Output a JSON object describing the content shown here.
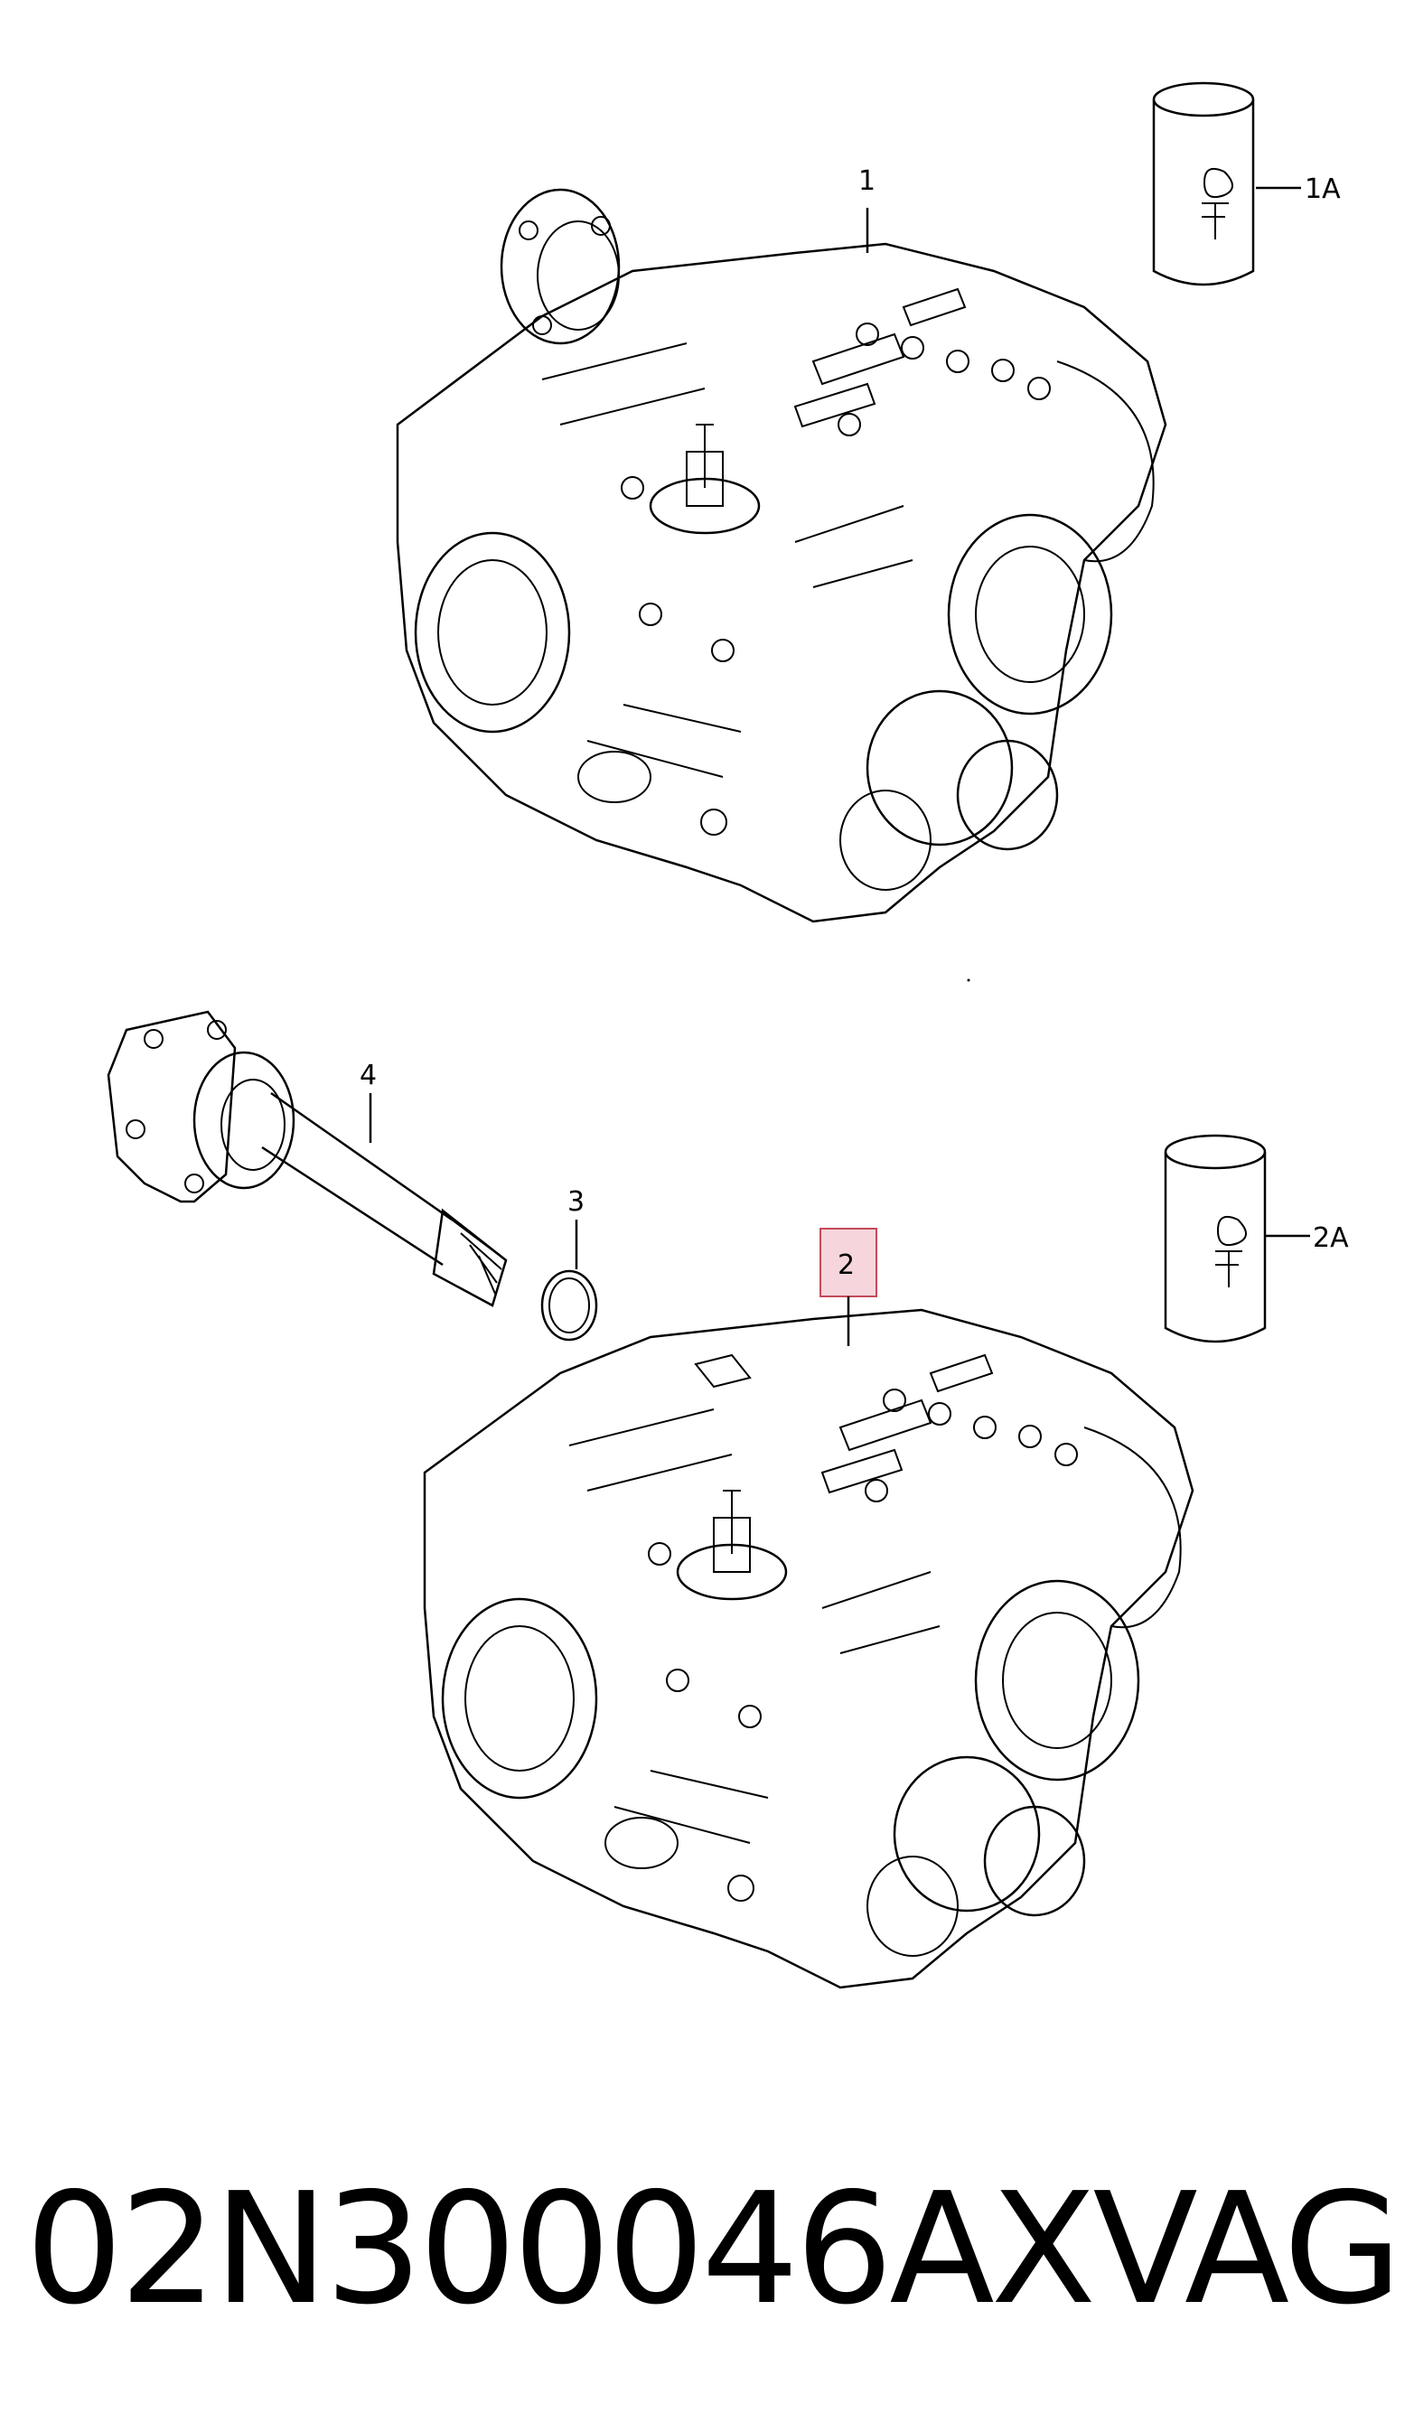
{
  "callouts": {
    "c1": "1",
    "c1a": "1A",
    "c2": "2",
    "c2a": "2A",
    "c3": "3",
    "c4": "4"
  },
  "caption": {
    "part_number": "02N300046AX",
    "brand": "VAG"
  },
  "highlight_color": "#f6d6dc",
  "icons": [
    "gearbox-drawing",
    "oil-can-icon",
    "drive-shaft-drawing",
    "o-ring-drawing"
  ]
}
